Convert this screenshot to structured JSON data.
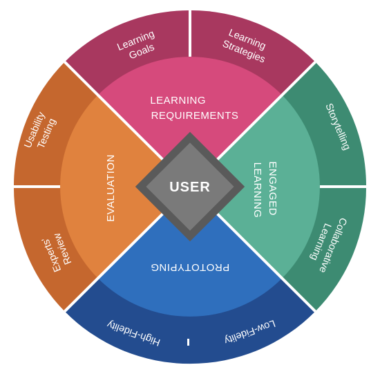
{
  "center": {
    "label": "USER"
  },
  "quadrants": {
    "top": {
      "label_lines": [
        "LEARNING",
        "REQUIREMENTS"
      ],
      "color": "#d64a7c"
    },
    "right": {
      "label_lines": [
        "ENGAGED",
        "LEARNING"
      ],
      "color": "#5bb096"
    },
    "bottom": {
      "label_lines": [
        "PROTOTYPING"
      ],
      "color": "#2f6fbd"
    },
    "left": {
      "label_lines": [
        "EVALUATION"
      ],
      "color": "#e0823e"
    }
  },
  "outer_segments": {
    "top_left": {
      "label_lines": [
        "Learning",
        "Goals"
      ],
      "color": "#a8385f"
    },
    "top_right": {
      "label_lines": [
        "Learning",
        "Strategies"
      ],
      "color": "#a8385f"
    },
    "right_top": {
      "label_lines": [
        "Storytelling"
      ],
      "color": "#3d8b72"
    },
    "right_bottom": {
      "label_lines": [
        "Collaborative",
        "Learning"
      ],
      "color": "#3d8b72"
    },
    "bottom": {
      "left_label": "High-Fidelity",
      "right_label": "Low-Fidelity",
      "color": "#234c8f"
    },
    "left_bottom": {
      "label_lines": [
        "Experts'",
        "Review"
      ],
      "color": "#c5672e"
    },
    "left_top": {
      "label_lines": [
        "Usability",
        "Testing"
      ],
      "color": "#c5672e"
    }
  },
  "colors": {
    "diamond_outer": "#5a5a5a",
    "diamond_inner": "#7a7a7a",
    "divider": "#ffffff"
  }
}
